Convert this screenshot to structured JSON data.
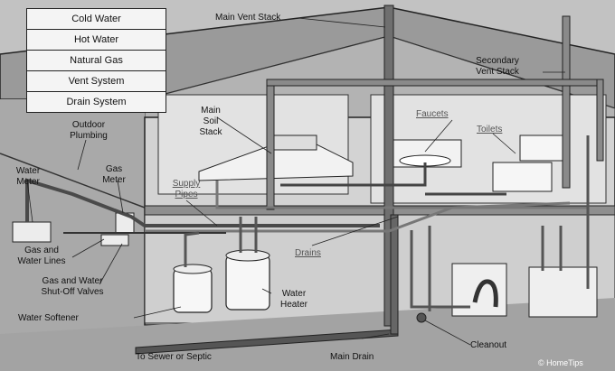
{
  "legend": [
    "Cold Water",
    "Hot Water",
    "Natural Gas",
    "Vent System",
    "Drain System"
  ],
  "labels": {
    "main_vent_stack": "Main Vent Stack",
    "secondary_vent_stack_1": "Secondary",
    "secondary_vent_stack_2": "Vent Stack",
    "outdoor_plumbing_1": "Outdoor",
    "outdoor_plumbing_2": "Plumbing",
    "main_soil_stack_1": "Main",
    "main_soil_stack_2": "Soil",
    "main_soil_stack_3": "Stack",
    "faucets": "Faucets",
    "toilets": "Toilets",
    "water_meter_1": "Water",
    "water_meter_2": "Meter",
    "gas_meter_1": "Gas",
    "gas_meter_2": "Meter",
    "supply_pipes_1": "Supply",
    "supply_pipes_2": "Pipes",
    "drains": "Drains",
    "gas_water_lines_1": "Gas and",
    "gas_water_lines_2": "Water Lines",
    "shutoff_valves_1": "Gas and Water",
    "shutoff_valves_2": "Shut-Off Valves",
    "water_heater_1": "Water",
    "water_heater_2": "Heater",
    "water_softener": "Water Softener",
    "cleanout": "Cleanout",
    "main_drain": "Main Drain",
    "to_sewer": "To Sewer or Septic",
    "credit": "© HomeTips"
  }
}
